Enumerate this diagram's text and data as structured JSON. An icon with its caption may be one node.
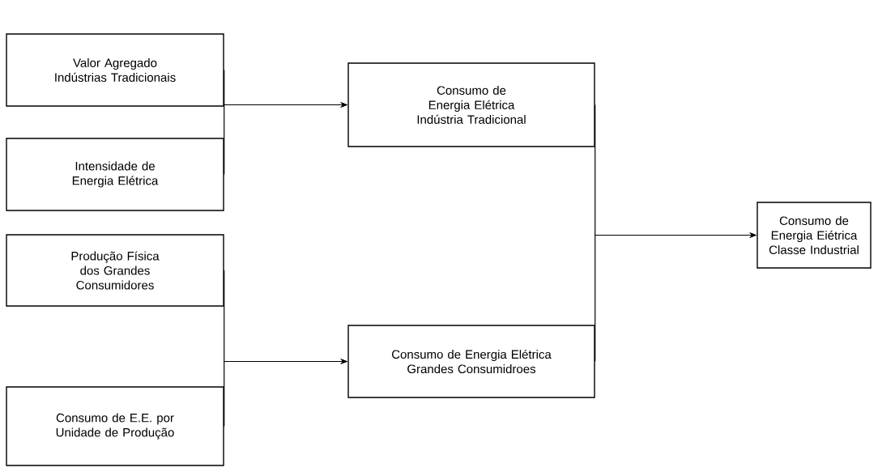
{
  "diagram": {
    "nodes": [
      {
        "text": [
          "Valor Agregado Indústrias Tradicionais"
        ]
      },
      {
        "text": [
          "Intensidade de Energia Elétrica"
        ]
      },
      {
        "text": [
          "Produção Física dos Grandes Consumidores"
        ]
      },
      {
        "text": [
          "Consumo de E.E. por Unidade de Produção"
        ]
      },
      {
        "text": [
          "Consumo de Energia Elétrica Indústria Tradicional"
        ]
      },
      {
        "text": [
          "Consumo de Energia Elétrica Grandes Consumidroes"
        ]
      },
      {
        "text": [
          "Consumo de Energia Eiétrica Classe Industrial"
        ]
      }
    ],
    "edges": [
      {
        "from": 0,
        "to": 4,
        "arrow": "to"
      },
      {
        "from": 1,
        "to": 4,
        "arrow": "to"
      },
      {
        "from": 2,
        "to": 5,
        "arrow": "to"
      },
      {
        "from": 3,
        "to": 5,
        "arrow": "to"
      },
      {
        "from": 4,
        "to": 6,
        "arrow": "to"
      },
      {
        "from": 5,
        "to": 6,
        "arrow": "to"
      }
    ]
  }
}
